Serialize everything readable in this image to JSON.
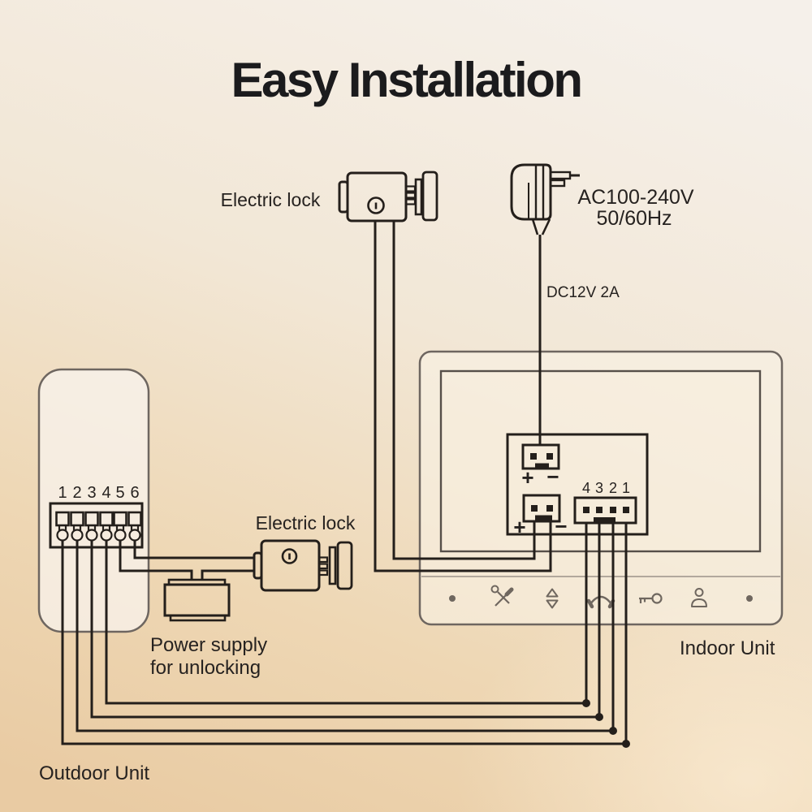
{
  "title": "Easy Installation",
  "locks": {
    "top_label": "Electric lock",
    "middle_label": "Electric lock"
  },
  "adapter": {
    "spec_line1": "AC100-240V",
    "spec_line2": "50/60Hz",
    "output_label": "DC12V 2A"
  },
  "power_supply": {
    "label_line1": "Power supply",
    "label_line2": "for unlocking"
  },
  "indoor_unit": {
    "label": "Indoor Unit",
    "pin_labels": [
      "4",
      "3",
      "2",
      "1"
    ],
    "plus": "+",
    "minus": "−",
    "button_icons": [
      "indicator-dot",
      "settings-tools",
      "volume-up-down",
      "phone-handset",
      "unlock-key",
      "intercom-person",
      "indicator-dot"
    ]
  },
  "outdoor_unit": {
    "label": "Outdoor Unit",
    "terminal_labels": [
      "1",
      "2",
      "3",
      "4",
      "5",
      "6"
    ]
  },
  "colors": {
    "background_top": "#f5f0ea",
    "background_bottom": "#e9cba3",
    "wire": "#241f1b",
    "unit_outline": "#6e6660",
    "screen_outline": "#564f49",
    "icon": "#6f675f",
    "text": "#262220",
    "title": "#1b1b1d"
  }
}
